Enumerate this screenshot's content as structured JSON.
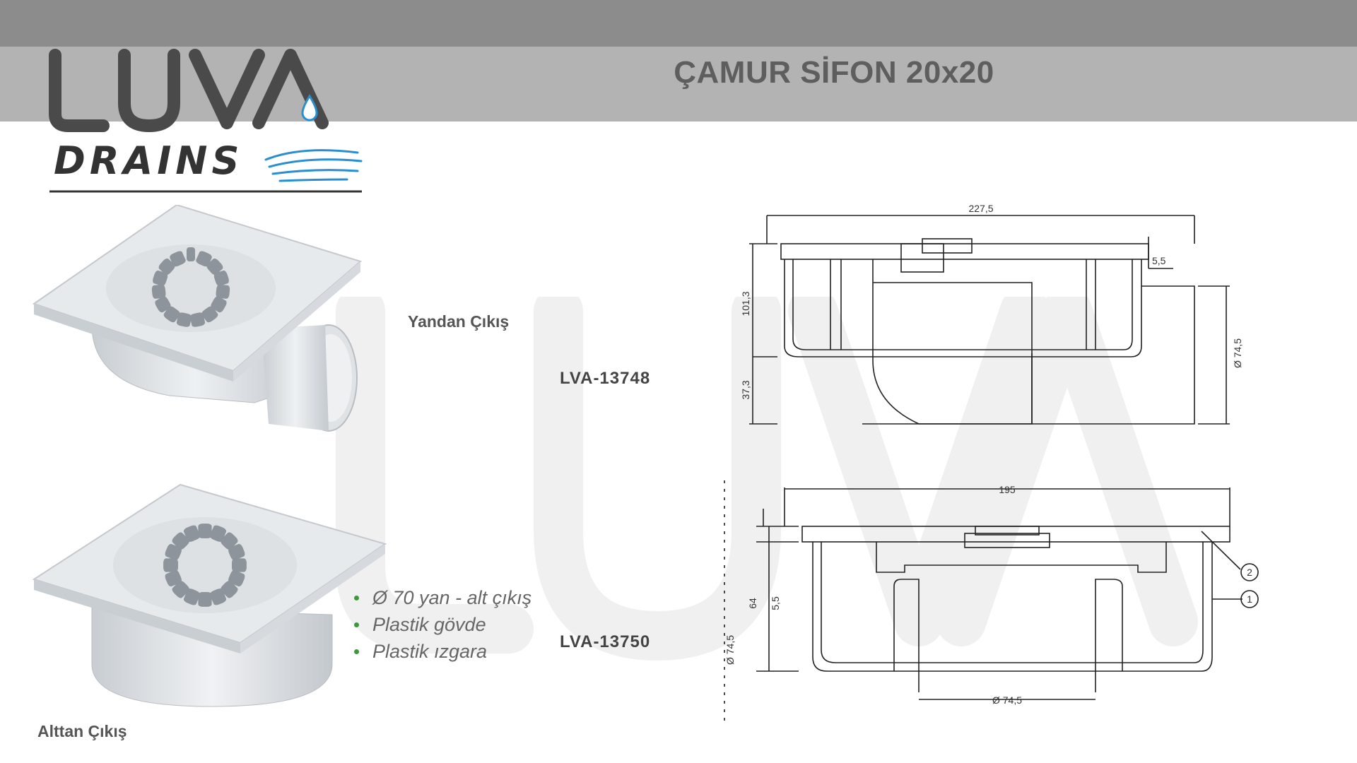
{
  "header": {
    "title": "ÇAMUR SİFON 20x20",
    "bar_color": "#8c8c8c",
    "band_color": "#b3b3b3"
  },
  "logo": {
    "name": "LUVA",
    "sub": "DRAINS",
    "accent_color": "#2a8fd0"
  },
  "products": [
    {
      "exit_label": "Yandan Çıkış",
      "code": "LVA-13748"
    },
    {
      "exit_label": "Alttan Çıkış",
      "code": "LVA-13750"
    }
  ],
  "features": [
    "Ø 70 yan - alt çıkış",
    "Plastik gövde",
    "Plastik ızgara"
  ],
  "drawing_top": {
    "width": "227,5",
    "height": "101,3",
    "lower_height": "37,3",
    "rim": "5,5",
    "outlet_diameter": "Ø 74,5"
  },
  "drawing_bottom": {
    "width": "195",
    "height": "64",
    "rim": "5,5",
    "side_diameter": "Ø 74,5",
    "outlet_diameter": "Ø  74,5",
    "callout_1": "1",
    "callout_2": "2"
  }
}
